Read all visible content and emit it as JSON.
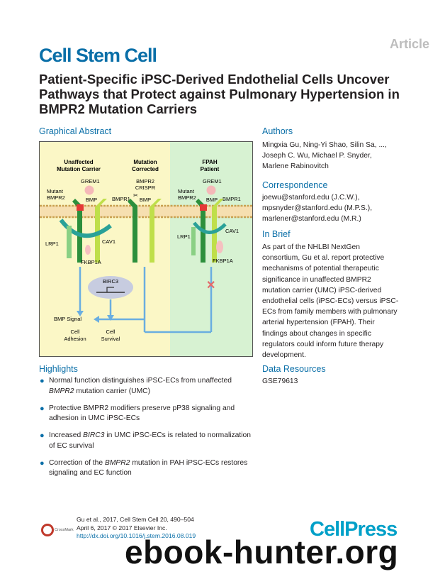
{
  "header": {
    "article_tag": "Article",
    "journal": "Cell Stem Cell",
    "title": "Patient-Specific iPSC-Derived Endothelial Cells Uncover Pathways that Protect against Pulmonary Hypertension in BMPR2 Mutation Carriers"
  },
  "graphical_abstract": {
    "heading": "Graphical Abstract",
    "columns": [
      {
        "title_l1": "Unaffected",
        "title_l2": "Mutation Carrier"
      },
      {
        "title_l1": "Mutation",
        "title_l2": "Corrected"
      },
      {
        "title_l1": "FPAH",
        "title_l2": "Patient"
      }
    ],
    "labels": {
      "grem1": "GREM1",
      "mutant": "Mutant",
      "bmpr2": "BMPR2",
      "bmp": "BMP",
      "bmpr1": "BMPR1",
      "cav1": "CAV1",
      "lrp1": "LRP1",
      "fkbp1a": "FKBP1A",
      "crispr": "CRISPR",
      "birc3": "BIRC3",
      "bmp_signal": "BMP Signal",
      "cell": "Cell",
      "adhesion": "Adhesion",
      "survival": "Survival"
    },
    "colors": {
      "left_bg": "#fbf7c6",
      "right_bg": "#d7f2d2",
      "arrow": "#6aaee0",
      "receptor_dark": "#2c8f3c",
      "receptor_light": "#bfdf4a",
      "inhibit": "#e36b6b"
    }
  },
  "highlights": {
    "heading": "Highlights",
    "items": [
      {
        "line1": "Normal function distinguishes iPSC-ECs from unaffected",
        "line2_em": "BMPR2",
        "line2_rest": " mutation carrier (UMC)"
      },
      {
        "line1": "Protective BMPR2 modifiers preserve pP38 signaling and",
        "line2_em": "",
        "line2_rest": "adhesion in UMC iPSC-ECs"
      },
      {
        "line1_pre": "Increased ",
        "line1_em": "BIRC3",
        "line1_post": " in UMC iPSC-ECs is related to normalization",
        "line2_em": "",
        "line2_rest": "of EC survival"
      },
      {
        "line1_pre": "Correction of the ",
        "line1_em": "BMPR2",
        "line1_post": " mutation in PAH iPSC-ECs restores",
        "line2_em": "",
        "line2_rest": "signaling and EC function"
      }
    ]
  },
  "authors": {
    "heading": "Authors",
    "lines": [
      "Mingxia Gu, Ning-Yi Shao, Silin Sa, ...,",
      "Joseph C. Wu, Michael P. Snyder,",
      "Marlene Rabinovitch"
    ]
  },
  "correspondence": {
    "heading": "Correspondence",
    "lines": [
      "joewu@stanford.edu (J.C.W.),",
      "mpsnyder@stanford.edu (M.P.S.),",
      "marlener@stanford.edu (M.R.)"
    ]
  },
  "in_brief": {
    "heading": "In Brief",
    "lines": [
      "As part of the NHLBI NextGen",
      "consortium, Gu et al. report protective",
      "mechanisms of potential therapeutic",
      "significance in unaffected BMPR2",
      "mutation carrier (UMC) iPSC-derived",
      "endothelial cells (iPSC-ECs) versus iPSC-",
      "ECs from family members with pulmonary",
      "arterial hypertension (FPAH). Their",
      "findings about changes in specific",
      "regulators could inform future therapy",
      "development."
    ]
  },
  "data_resources": {
    "heading": "Data Resources",
    "accession": "GSE79613"
  },
  "footer": {
    "line1": "Gu et al., 2017, Cell Stem Cell 20, 490–504",
    "line2": "April 6, 2017 © 2017 Elsevier Inc.",
    "line3": "http://dx.doi.org/10.1016/j.stem.2016.08.019",
    "crossmark": "CrossMark",
    "publisher": "CellPress",
    "watermark": "ebook-hunter.org"
  }
}
